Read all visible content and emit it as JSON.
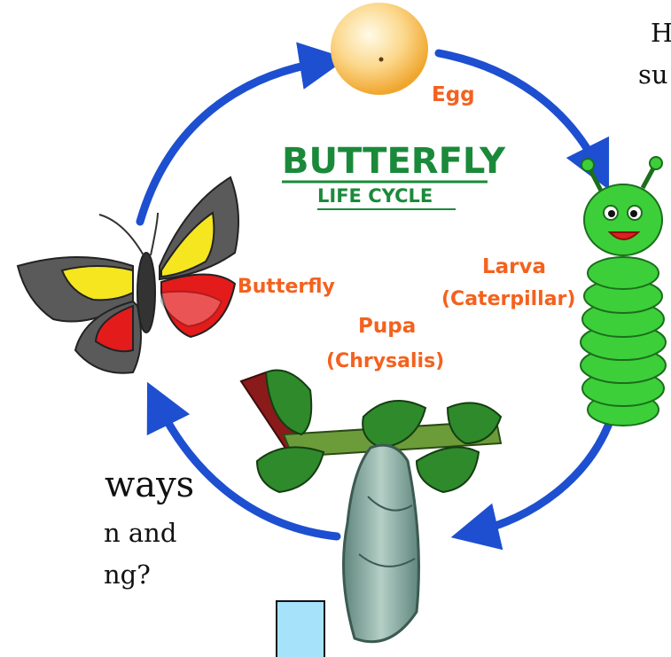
{
  "diagram": {
    "title": "BUTTERFLY",
    "subtitle": "LIFE CYCLE",
    "stages": {
      "egg": "Egg",
      "larva_line1": "Larva",
      "larva_line2": "(Caterpillar)",
      "pupa_line1": "Pupa",
      "pupa_line2": "(Chrysalis)",
      "butterfly": "Butterfly"
    },
    "colors": {
      "arrow": "#1d4fd0",
      "title": "#1a8a3a",
      "label": "#f4611e",
      "caterpillar": "#3ccf3a",
      "leaf": "#2e8a2a",
      "chrysalis": "#7fa39a"
    }
  },
  "slide_text": {
    "top_line1": "H",
    "top_line2": "su",
    "ways": "ways",
    "bottom_line1": "n and",
    "bottom_line2": "ng?"
  }
}
